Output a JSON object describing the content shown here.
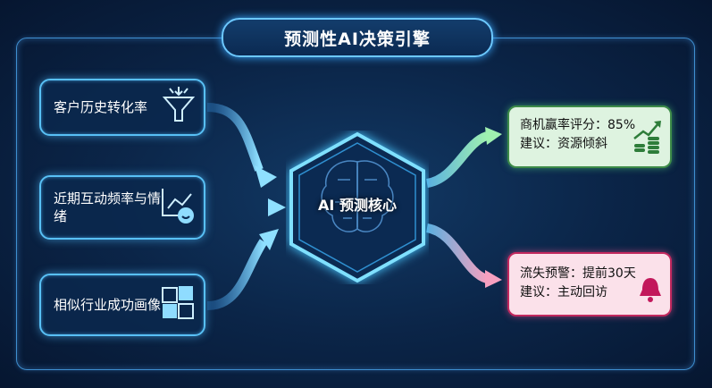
{
  "title": "预测性AI决策引擎",
  "inputs": [
    {
      "label": "客户历史转化率",
      "icon": "funnel-icon"
    },
    {
      "label": "近期互动频率与情绪",
      "icon": "chart-smiley-icon"
    },
    {
      "label": "相似行业成功画像",
      "icon": "puzzle-icon"
    }
  ],
  "core": {
    "label": "AI 预测核心",
    "icon": "brain-circuit-icon"
  },
  "outputs": [
    {
      "line1": "商机赢率评分：85%",
      "line2": "建议：资源倾斜",
      "icon": "growth-coins-icon",
      "color": "#3d8b48"
    },
    {
      "line1": "流失预警：提前30天",
      "line2": "建议：主动回访",
      "icon": "bell-icon",
      "color": "#c2285e"
    }
  ]
}
